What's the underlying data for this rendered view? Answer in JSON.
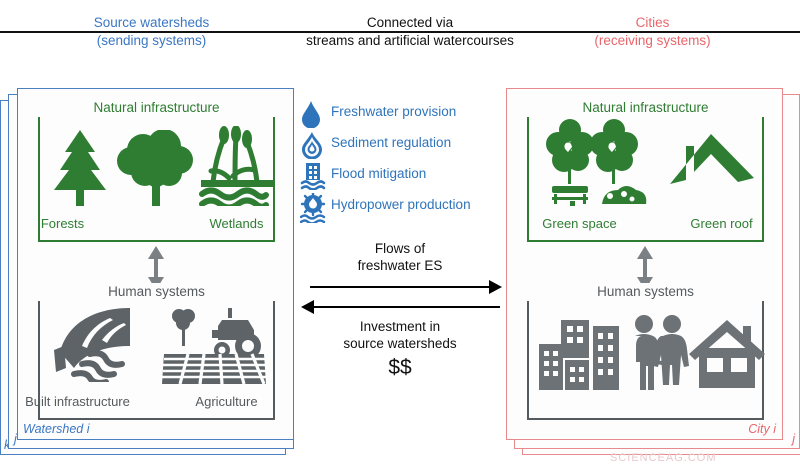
{
  "header": {
    "left_line1": "Source watersheds",
    "left_line2": "(sending systems)",
    "mid_line1": "Connected via",
    "mid_line2": "streams and artificial watercourses",
    "right_line1": "Cities",
    "right_line2": "(receiving systems)",
    "left_color": "#3b76c4",
    "right_color": "#e8666b"
  },
  "watershed": {
    "stack_labels": [
      "Watershed i",
      "j",
      "k"
    ],
    "border_color": "#4a7fc1",
    "natural": {
      "title": "Natural infrastructure",
      "color": "#2f7d32",
      "items": [
        {
          "icon": "conifer-tree-icon",
          "label": "Forests"
        },
        {
          "icon": "broadleaf-tree-icon",
          "label": ""
        },
        {
          "icon": "wetland-reeds-icon",
          "label": "Wetlands"
        }
      ]
    },
    "human": {
      "title": "Human systems",
      "color": "#555a5e",
      "items": [
        {
          "icon": "dam-icon",
          "label": "Built infrastructure"
        },
        {
          "icon": "tractor-field-icon",
          "label": "Agriculture"
        }
      ]
    }
  },
  "city": {
    "stack_labels": [
      "City i",
      "j",
      "k"
    ],
    "border_color": "#e8898d",
    "natural": {
      "title": "Natural infrastructure",
      "color": "#2f7d32",
      "items": [
        {
          "icon": "park-trees-bench-icon",
          "label": "Green space"
        },
        {
          "icon": "green-roof-icon",
          "label": "Green roof"
        }
      ]
    },
    "human": {
      "title": "Human systems",
      "color": "#555a5e",
      "items": [
        {
          "icon": "city-buildings-icon",
          "label": ""
        },
        {
          "icon": "people-couple-icon",
          "label": ""
        },
        {
          "icon": "house-icon",
          "label": ""
        }
      ]
    }
  },
  "middle": {
    "services_color": "#2e74bb",
    "services": [
      {
        "icon": "water-drop-icon",
        "label": "Freshwater provision"
      },
      {
        "icon": "sediment-drop-icon",
        "label": "Sediment regulation"
      },
      {
        "icon": "flood-building-waves-icon",
        "label": "Flood mitigation"
      },
      {
        "icon": "hydropower-turbine-icon",
        "label": "Hydropower production"
      }
    ],
    "flow_forward_line1": "Flows of",
    "flow_forward_line2": "freshwater ES",
    "flow_back_line1": "Investment in",
    "flow_back_line2": "source watersheds",
    "money": "$$"
  },
  "watermark": "SCIENCEAG.COM"
}
